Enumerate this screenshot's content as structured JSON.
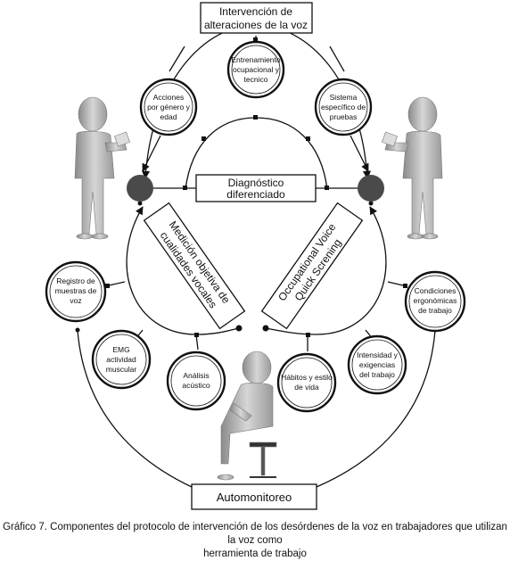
{
  "top_box": {
    "lines": [
      "Intervención de",
      "alteraciones de la voz"
    ]
  },
  "center_box": {
    "lines": [
      "Diagnóstico",
      "diferenciado"
    ]
  },
  "bottom_box": {
    "label": "Automonitoreo"
  },
  "left_diag_box": {
    "lines": [
      "Medición objetiva de",
      "cualidades vocales"
    ]
  },
  "right_diag_box": {
    "lines": [
      "Occupational Voice",
      "Quick Screning"
    ]
  },
  "circles": {
    "entrenamiento": [
      "Entrenamiento",
      "ocupacional y",
      "tecnico"
    ],
    "acciones": [
      "Acciones",
      "por género y",
      "edad"
    ],
    "sistema": [
      "Sistema",
      "específico de",
      "pruebas"
    ],
    "registro": [
      "Registro de",
      "muestras de",
      "voz"
    ],
    "emg": [
      "EMG",
      "actividad",
      "muscular"
    ],
    "analisis": [
      "Análisis",
      "acústico"
    ],
    "habitos": [
      "Hábitos y estilo",
      "de vida"
    ],
    "intensidad": [
      "Intensidad y",
      "exigencias",
      "del trabajo"
    ],
    "condiciones": [
      "Condiciones",
      "ergonómicas",
      "de trabajo"
    ]
  },
  "caption": {
    "line1": "Gráfico 7. Componentes del protocolo de intervención de los desórdenes de la voz en trabajadores que utilizan la voz como",
    "line2": "herramienta de trabajo"
  }
}
